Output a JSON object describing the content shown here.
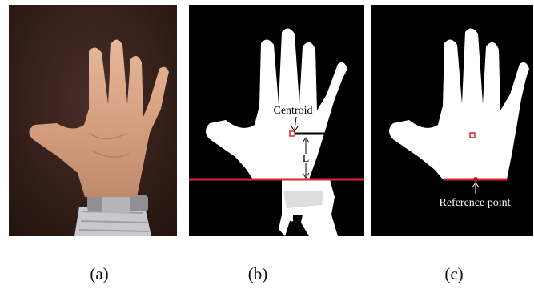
{
  "panels": [
    {
      "caption": "(a)",
      "image": "photo-of-open-palm-hand"
    },
    {
      "caption": "(b)",
      "image": "binary-hand-silhouette-with-wrist-line",
      "annotations": {
        "centroid_label": "Centroid",
        "distance_label": "L"
      }
    },
    {
      "caption": "(c)",
      "image": "binary-hand-silhouette-with-reference-point",
      "annotations": {
        "reference_label": "Reference point"
      }
    }
  ],
  "colors": {
    "background_dark": "#000000",
    "silhouette": "#ffffff",
    "marker_red": "#e0252b",
    "skin": "#d9a585",
    "photo_background": "#3a2420"
  }
}
